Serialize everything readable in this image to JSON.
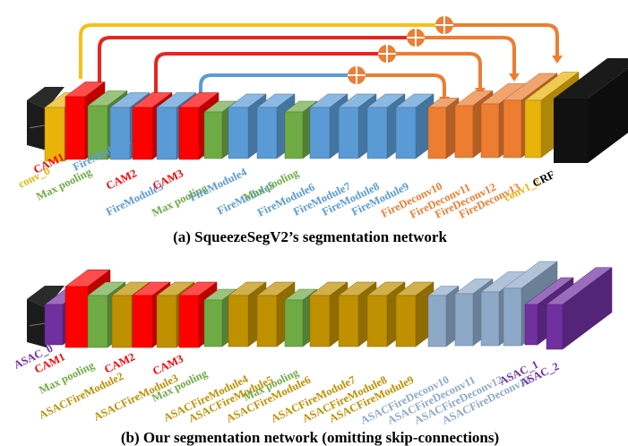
{
  "panel_a": {
    "caption": "(a) SqueezeSegV2’s segmentation network",
    "layers": [
      {
        "label": "conv_0",
        "color": "#E8B40A",
        "kind": "conv"
      },
      {
        "label": "CAM1",
        "color": "#FF0000",
        "kind": "cam"
      },
      {
        "label": "Max pooling",
        "color": "#6FAB45",
        "kind": "pool"
      },
      {
        "label": "FireModule2",
        "color": "#5B9BD5",
        "kind": "fire"
      },
      {
        "label": "CAM2",
        "color": "#FF0000",
        "kind": "cam"
      },
      {
        "label": "FireModule3",
        "color": "#5B9BD5",
        "kind": "fire"
      },
      {
        "label": "CAM3",
        "color": "#FF0000",
        "kind": "cam"
      },
      {
        "label": "Max pooling",
        "color": "#6FAB45",
        "kind": "pool"
      },
      {
        "label": "FireModule4",
        "color": "#5B9BD5",
        "kind": "fire"
      },
      {
        "label": "FireModule5",
        "color": "#5B9BD5",
        "kind": "fire"
      },
      {
        "label": "Max pooling",
        "color": "#6FAB45",
        "kind": "pool"
      },
      {
        "label": "FireModule6",
        "color": "#5B9BD5",
        "kind": "fire"
      },
      {
        "label": "FireModule7",
        "color": "#5B9BD5",
        "kind": "fire"
      },
      {
        "label": "FireModule8",
        "color": "#5B9BD5",
        "kind": "fire"
      },
      {
        "label": "FireModule9",
        "color": "#5B9BD5",
        "kind": "fire"
      },
      {
        "label": "FireDeconv10",
        "color": "#ED7D31",
        "kind": "deconv"
      },
      {
        "label": "FireDeconv11",
        "color": "#ED7D31",
        "kind": "deconv"
      },
      {
        "label": "FireDeconv12",
        "color": "#ED7D31",
        "kind": "deconv"
      },
      {
        "label": "FireDeconv13",
        "color": "#ED7D31",
        "kind": "deconv"
      },
      {
        "label": "conv1_1",
        "color": "#E8B40A",
        "kind": "conv"
      },
      {
        "label": "CRF",
        "color": "#000000",
        "kind": "crf"
      }
    ],
    "skip_connections": 4,
    "skip_colors": [
      "#F3C01C",
      "#E8251F",
      "#E8251F",
      "#5B9BD5"
    ],
    "add_node_color": "#ED7D31"
  },
  "panel_b": {
    "caption": "(b) Our segmentation network (omitting skip-connections)",
    "layers": [
      {
        "label": "ASAC_0",
        "color": "#7030A0",
        "kind": "asac"
      },
      {
        "label": "CAM1",
        "color": "#FF0000",
        "kind": "cam"
      },
      {
        "label": "Max pooling",
        "color": "#6FAB45",
        "kind": "pool"
      },
      {
        "label": "ASACFireModule2",
        "color": "#BF9000",
        "kind": "fire"
      },
      {
        "label": "CAM2",
        "color": "#FF0000",
        "kind": "cam"
      },
      {
        "label": "ASACFireModule3",
        "color": "#BF9000",
        "kind": "fire"
      },
      {
        "label": "CAM3",
        "color": "#FF0000",
        "kind": "cam"
      },
      {
        "label": "Max pooling",
        "color": "#6FAB45",
        "kind": "pool"
      },
      {
        "label": "ASACFireModule4",
        "color": "#BF9000",
        "kind": "fire"
      },
      {
        "label": "ASACFireModule5",
        "color": "#BF9000",
        "kind": "fire"
      },
      {
        "label": "Max pooling",
        "color": "#6FAB45",
        "kind": "pool"
      },
      {
        "label": "ASACFireModule6",
        "color": "#BF9000",
        "kind": "fire"
      },
      {
        "label": "ASACFireModule7",
        "color": "#BF9000",
        "kind": "fire"
      },
      {
        "label": "ASACFireModule8",
        "color": "#BF9000",
        "kind": "fire"
      },
      {
        "label": "ASACFireModule9",
        "color": "#BF9000",
        "kind": "fire"
      },
      {
        "label": "ASACFireDeconv10",
        "color": "#8EA9C8",
        "kind": "deconv"
      },
      {
        "label": "ASACFireDeconv11",
        "color": "#8EA9C8",
        "kind": "deconv"
      },
      {
        "label": "ASACFireDeconv12",
        "color": "#8EA9C8",
        "kind": "deconv"
      },
      {
        "label": "ASACFireDeconv13",
        "color": "#8EA9C8",
        "kind": "deconv"
      },
      {
        "label": "ASAC_1",
        "color": "#7030A0",
        "kind": "asac"
      },
      {
        "label": "ASAC_2",
        "color": "#7030A0",
        "kind": "asac"
      }
    ]
  }
}
